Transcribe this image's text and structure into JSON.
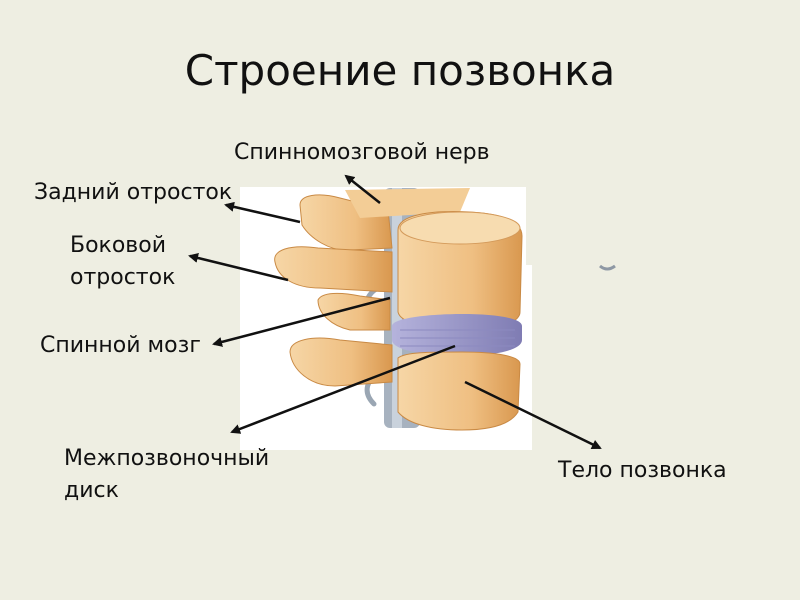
{
  "slide": {
    "title": "Строение позвонка"
  },
  "labels": {
    "spinal_nerve": "Спинномозговой нерв",
    "posterior_process": "Задний отросток",
    "lateral_process_line1": "Боковой",
    "lateral_process_line2": "отросток",
    "spinal_cord": "Спинной мозг",
    "disc_line1": "Межпозвоночный",
    "disc_line2": "диск",
    "vertebral_body": "Тело позвонка"
  },
  "colors": {
    "background": "#eeeee2",
    "bone": "#f0c38a",
    "bone_shadow": "#d99a55",
    "disc": "#9a98c8",
    "cord": "#a9b4c0",
    "arrow": "#111111"
  }
}
